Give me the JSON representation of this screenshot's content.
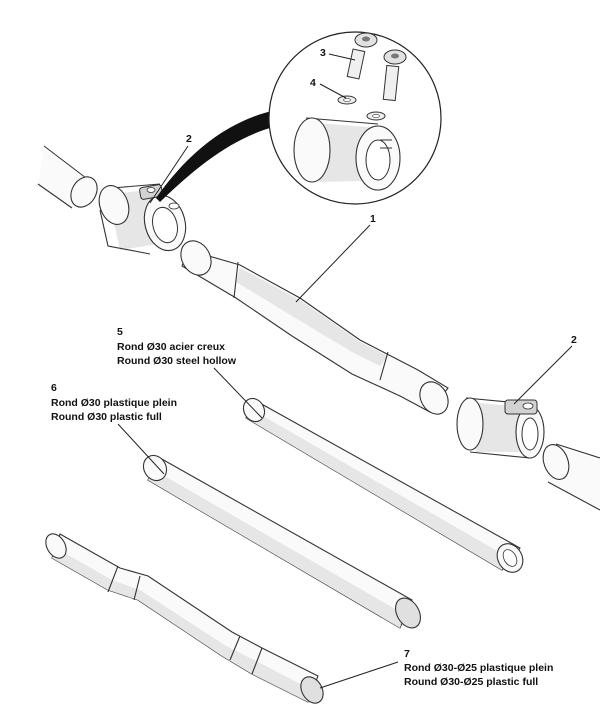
{
  "parts": [
    {
      "number": "1"
    },
    {
      "number": "2"
    },
    {
      "number": "3"
    },
    {
      "number": "4"
    },
    {
      "number": "5",
      "caption_fr": "Rond Ø30 acier creux",
      "caption_en": "Round Ø30 steel hollow"
    },
    {
      "number": "6",
      "caption_fr": "Rond Ø30 plastique plein",
      "caption_en": "Round Ø30 plastic full"
    },
    {
      "number": "7",
      "caption_fr": "Rond Ø30-Ø25 plastique plein",
      "caption_en": "Round Ø30-Ø25 plastic full"
    }
  ]
}
